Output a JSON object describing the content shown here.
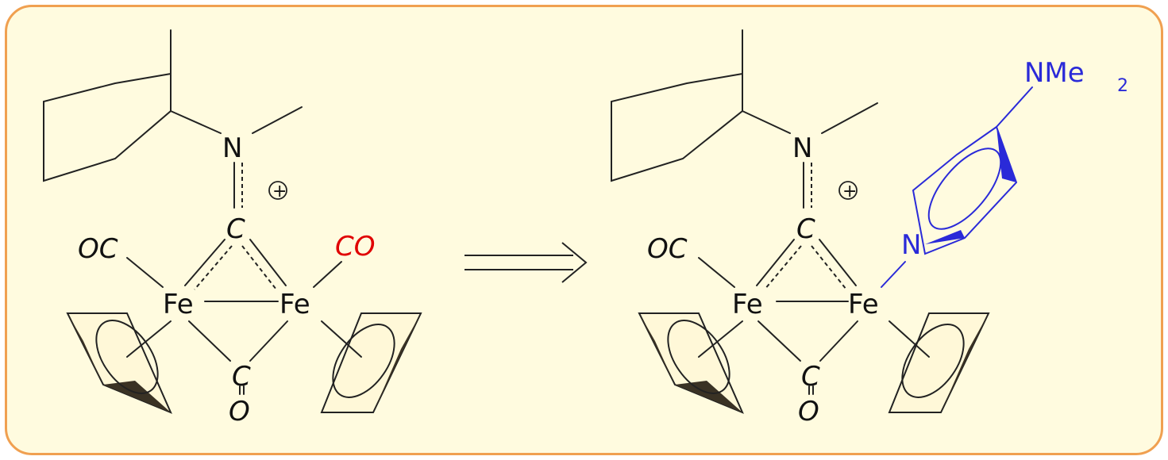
{
  "colors": {
    "frame_border": "#f0a050",
    "background": "#fffbdf",
    "highlight": "#e00000",
    "ligand": "#2a2ad8"
  },
  "left": {
    "n": "N",
    "charge": "+",
    "c_bridge": "C",
    "oc": "OC",
    "co_red": "CO",
    "fe1": "Fe",
    "fe2": "Fe",
    "c_low": "C",
    "o_low": "O"
  },
  "right": {
    "n": "N",
    "charge": "+",
    "c_bridge": "C",
    "oc": "OC",
    "fe1": "Fe",
    "fe2": "Fe",
    "c_low": "C",
    "o_low": "O",
    "py_n": "N",
    "nme": "NMe",
    "nme_sub": "2"
  }
}
